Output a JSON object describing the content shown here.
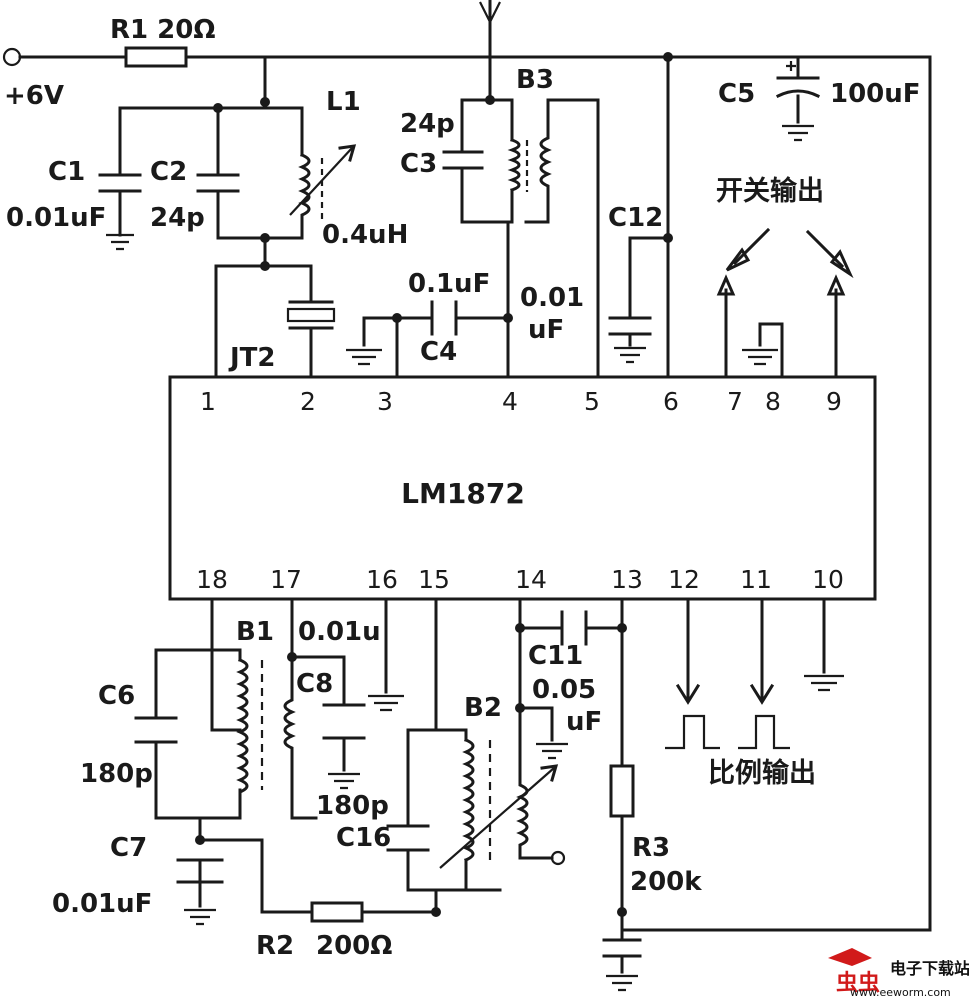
{
  "chip": {
    "label": "LM1872"
  },
  "supply": {
    "label": "+6V"
  },
  "pins_top": [
    "1",
    "2",
    "3",
    "4",
    "5",
    "6",
    "7",
    "8",
    "9"
  ],
  "pins_bottom": [
    "18",
    "17",
    "16",
    "15",
    "14",
    "13",
    "12",
    "11",
    "10"
  ],
  "components": {
    "r1": "R1 20Ω",
    "r2": "R2",
    "r2_value": "200Ω",
    "r3": "R3",
    "r3_value": "200k",
    "c1": "C1",
    "c1_value": "0.01uF",
    "c2": "C2",
    "c2_value": "24p",
    "l1": "L1",
    "l1_value": "0.4uH",
    "jt2": "JT2",
    "b3": "B3",
    "c3": "C3",
    "c3_value": "24p",
    "c4": "C4",
    "c4_value": "0.1uF",
    "c4_value2": "0.01",
    "c4_value2_unit": "uF",
    "c5": "C5",
    "c5_value": "100uF",
    "c12": "C12",
    "b1": "B1",
    "c6": "C6",
    "c6_value": "180p",
    "c7": "C7",
    "c7_value": "0.01uF",
    "c8": "C8",
    "c8_value": "180p",
    "c8_top_value": "0.01u",
    "b2": "B2",
    "c16": "C16",
    "c11": "C11",
    "c11_value": "0.05",
    "c11_unit": "uF"
  },
  "annotations": {
    "switch_output": "开关输出",
    "proportional_output": "比例输出"
  },
  "watermark": {
    "logo_text": "虫虫",
    "site_name": "电子下载站",
    "url": "www.eeworm.com"
  }
}
